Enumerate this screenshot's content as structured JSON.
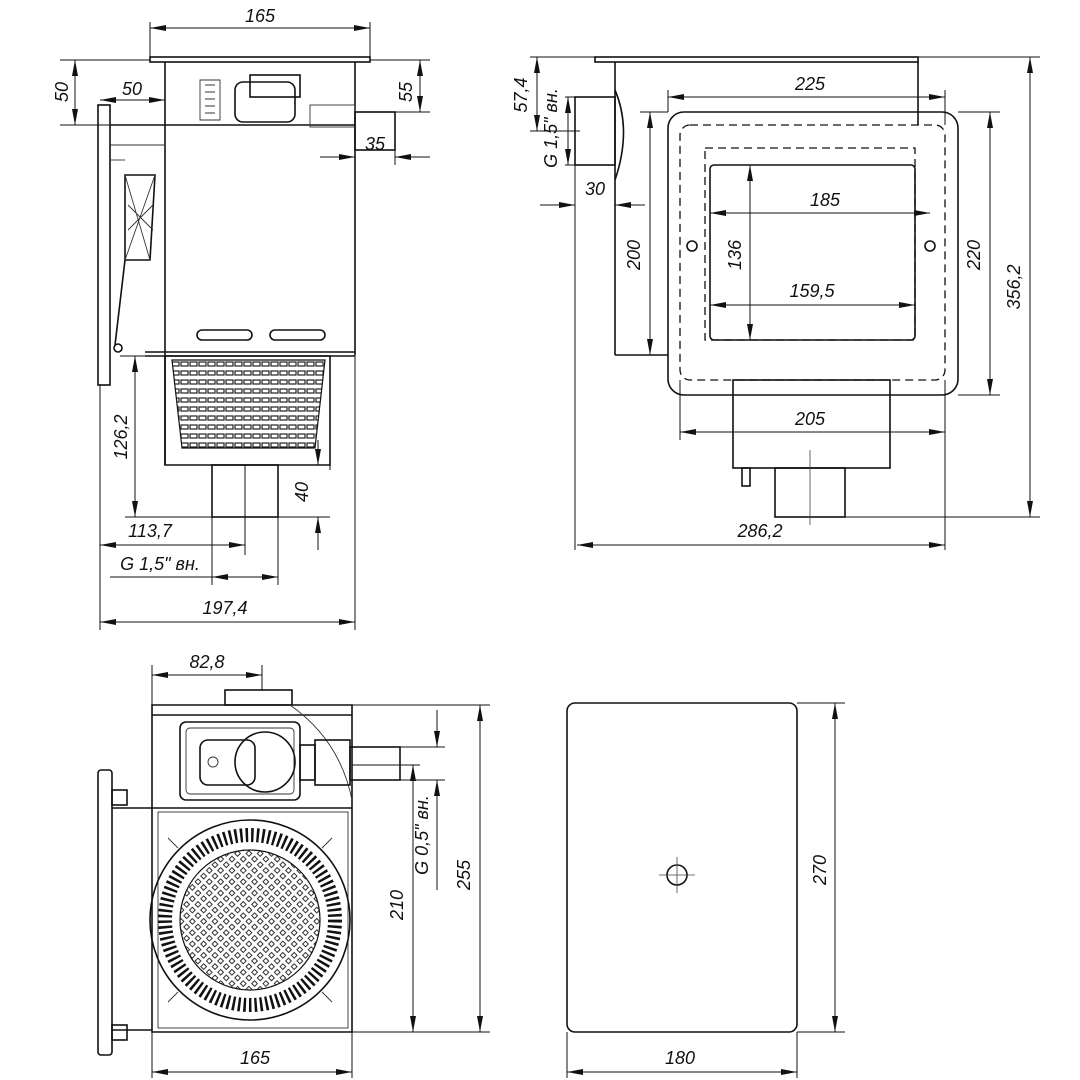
{
  "side_view": {
    "width_top": "165",
    "height_top_left": "50",
    "offset_left": "50",
    "height_pipe_top": "55",
    "pipe_length": "35",
    "basket_height": "126,2",
    "outlet_length": "40",
    "outlet_offset": "113,7",
    "outlet_thread": "G 1,5\" вн.",
    "total_depth": "197,4"
  },
  "front_view": {
    "inlet_offset": "57,4",
    "inlet_thread": "G 1,5\" вн.",
    "inlet_length": "30",
    "width_outer": "225",
    "window_width": "185",
    "height_200": "200",
    "window_height": "136",
    "height_220": "220",
    "total_height": "356,2",
    "window_inner_width": "159,5",
    "bottom_width": "205",
    "total_width": "286,2"
  },
  "top_view": {
    "offset": "82,8",
    "fitting_thread": "G 0,5\" вн.",
    "height_210": "210",
    "height_255": "255",
    "width": "165"
  },
  "cover_view": {
    "width": "180",
    "height": "270"
  }
}
